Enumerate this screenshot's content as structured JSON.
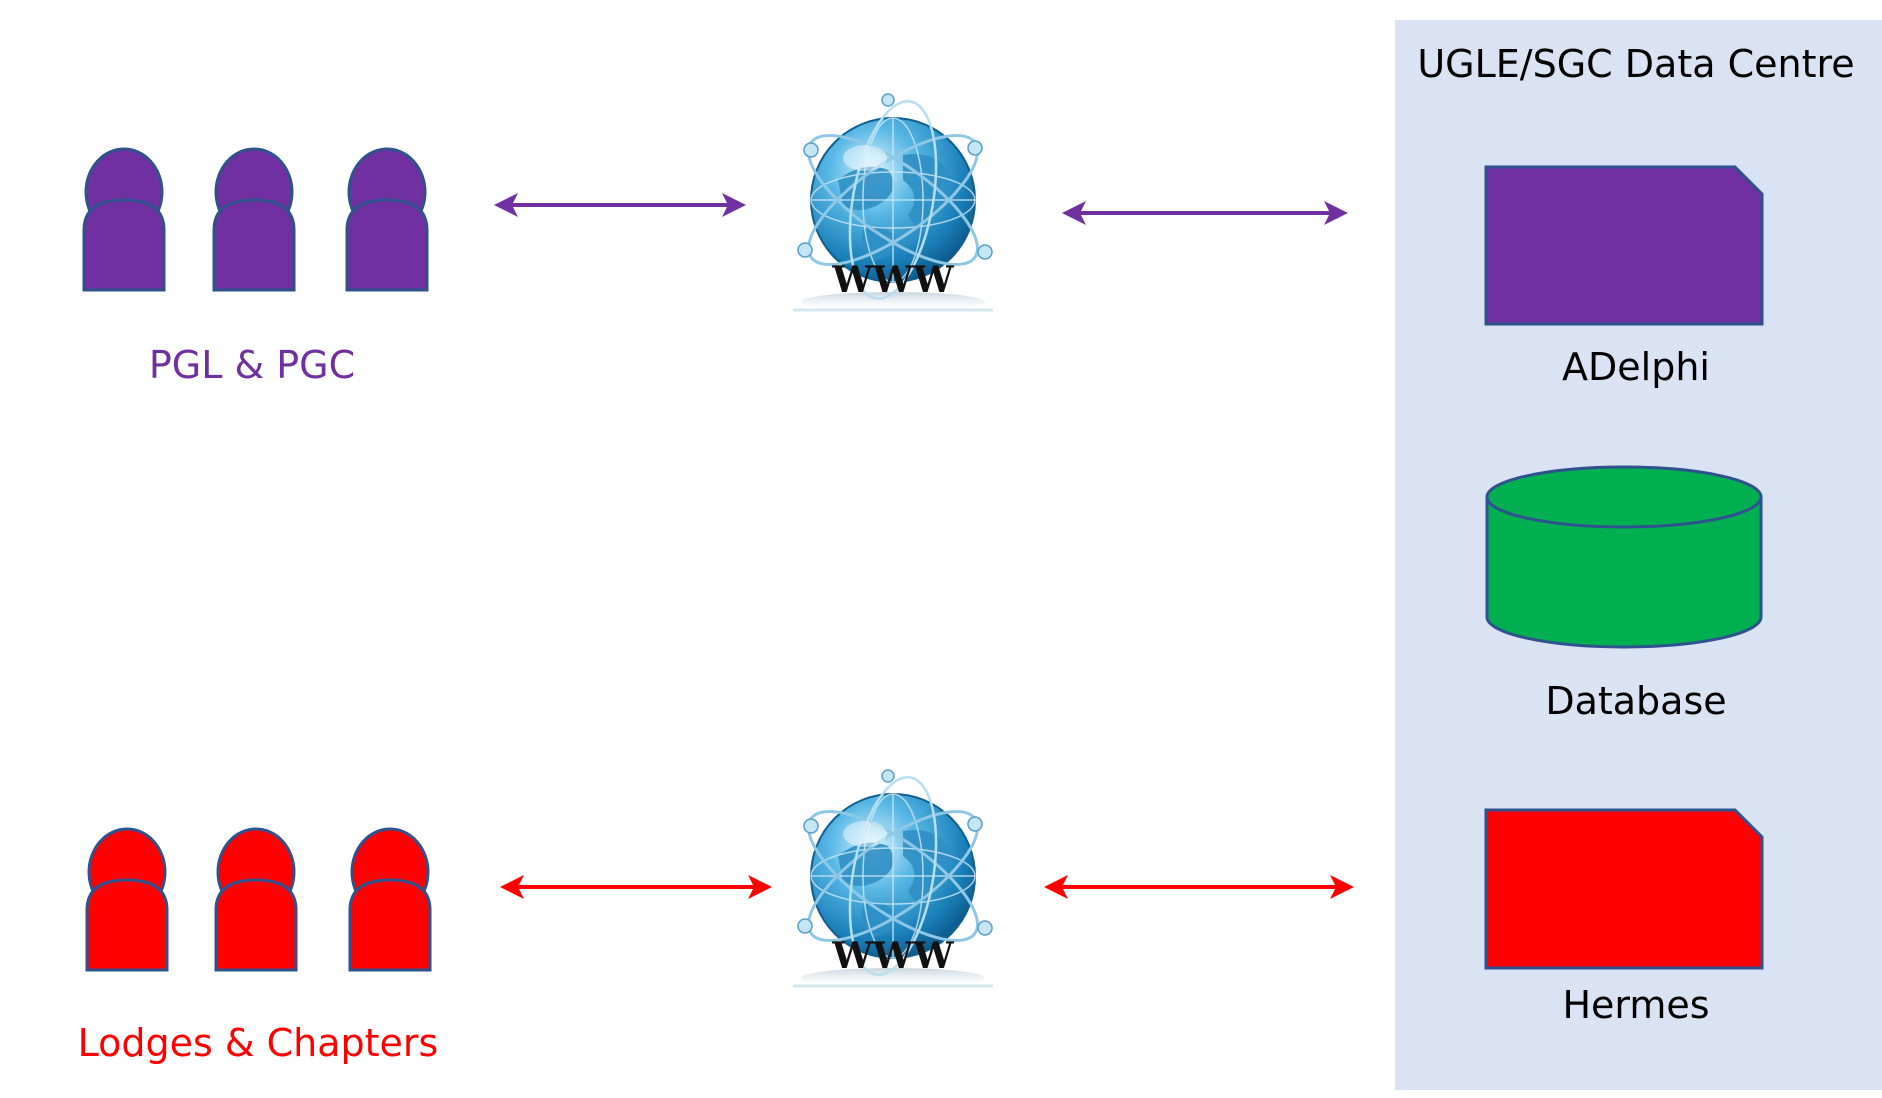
{
  "data_centre": {
    "title": "UGLE/SGC Data Centre",
    "background_color": "#dae3f3",
    "components": [
      {
        "label": "ADelphi",
        "shape": "snipped-rectangle",
        "color": "#7030a0"
      },
      {
        "label": "Database",
        "shape": "cylinder",
        "color": "#00b050"
      },
      {
        "label": "Hermes",
        "shape": "snipped-rectangle",
        "color": "#ff0000"
      }
    ]
  },
  "user_groups": [
    {
      "label": "PGL & PGC",
      "color": "#7030a0",
      "icon": "people-icon"
    },
    {
      "label": "Lodges & Chapters",
      "color": "#ff0000",
      "icon": "people-icon"
    }
  ],
  "internet": {
    "icon": "www-globe-icon",
    "text": "WWW"
  },
  "colors": {
    "outline": "#2f528f",
    "purple": "#7030a0",
    "red": "#ff0000",
    "green": "#00b050"
  }
}
